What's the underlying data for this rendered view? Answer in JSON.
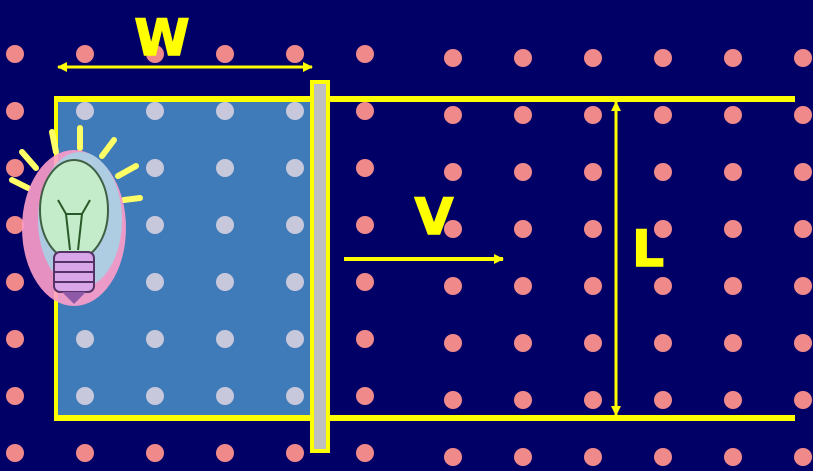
{
  "colors": {
    "background": "#000066",
    "dots": "#f08a8a",
    "dots_in_loop": "#c8c8dc",
    "rails": "#ffff00",
    "loop_fill": "#4a90c8",
    "rod_fill": "#bfbfbf"
  },
  "labels": {
    "width": "W",
    "velocity": "V",
    "length": "L"
  },
  "icons": {
    "bulb": "light-bulb-icon",
    "field": "magnetic-field-out-of-page-dots"
  }
}
